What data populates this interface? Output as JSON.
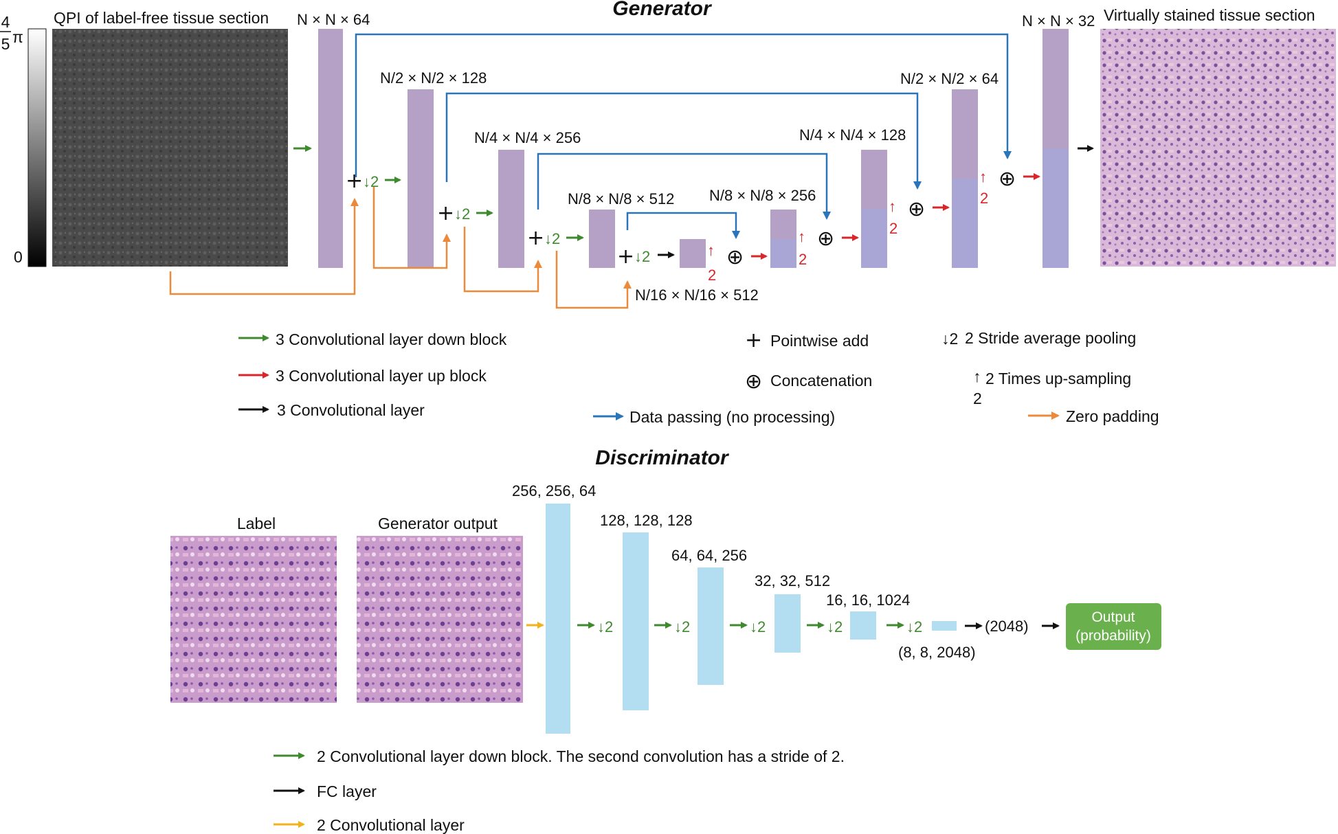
{
  "generator": {
    "title": "Generator",
    "input_label": "QPI of label-free tissue section",
    "output_label": "Virtually stained tissue section",
    "colorbar": {
      "max_num": "4",
      "max_den": "5",
      "max_sym": "π",
      "min": "0"
    },
    "dims": {
      "n64": "N × N × 64",
      "n2_128": "N/2 × N/2 × 128",
      "n4_256": "N/4 × N/4 × 256",
      "n8_512": "N/8 × N/8 × 512",
      "n16_512": "N/16 × N/16 × 512",
      "n8_256": "N/8 × N/8 × 256",
      "n4_128": "N/4 × N/4 × 128",
      "n2_64": "N/2 × N/2 × 64",
      "n32": "N × N × 32"
    },
    "pool_label": "↓2",
    "up_label": "↑",
    "up_num": "2",
    "add_symbol": "+",
    "concat_symbol": "⊕"
  },
  "generator_legend": {
    "down_block": "3 Convolutional layer down block",
    "up_block": "3 Convolutional layer up block",
    "conv": "3 Convolutional layer",
    "add": "Pointwise add",
    "concat": "Concatenation",
    "pool": "2 Stride average pooling",
    "pool_sym": "↓2",
    "upsample": "2 Times up-sampling",
    "up_sym": "↑",
    "up_sym_num": "2",
    "data_pass": "Data passing (no processing)",
    "zero_pad": "Zero padding"
  },
  "discriminator": {
    "title": "Discriminator",
    "label_img": "Label",
    "gen_img": "Generator output",
    "dims": [
      "256, 256, 64",
      "128, 128, 128",
      "64, 64, 256",
      "32, 32, 512",
      "16, 16, 1024",
      "(8, 8, 2048)"
    ],
    "fc_dim": "(2048)",
    "output_line1": "Output",
    "output_line2": "(probability)",
    "pool_label": "↓2"
  },
  "discriminator_legend": {
    "down_block": "2 Convolutional layer down block. The second convolution has a stride of 2.",
    "fc": "FC layer",
    "conv": "2 Convolutional layer"
  },
  "colors": {
    "purple": "#b5a0c6",
    "lavender": "#a9a6d6",
    "light_blue": "#b3def1",
    "green_arrow": "#3f8a2f",
    "red_arrow": "#d8262a",
    "blue_arrow": "#2a74ba",
    "orange_arrow": "#ea8a3a",
    "yellow_arrow": "#f2b21c",
    "output_box": "#6ab04c"
  }
}
